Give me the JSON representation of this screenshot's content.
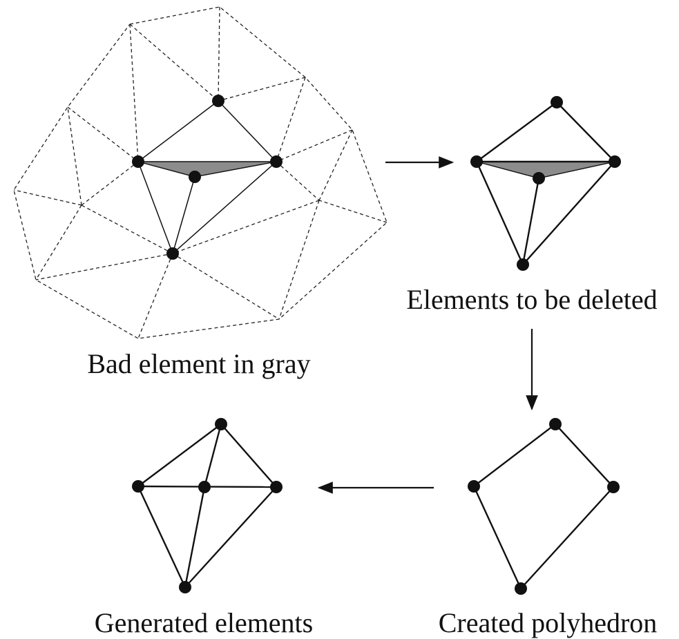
{
  "diagram": {
    "panels": {
      "bad_element": {
        "caption": "Bad element in gray"
      },
      "elements_to_delete": {
        "caption": "Elements to be deleted"
      },
      "created_polyhedron": {
        "caption": "Created polyhedron"
      },
      "generated_elements": {
        "caption": "Generated elements"
      }
    },
    "colors": {
      "ink": "#111111",
      "mesh_dash": "#222222",
      "bad_element_fill": "#8c8c8c",
      "background": "#ffffff"
    }
  }
}
